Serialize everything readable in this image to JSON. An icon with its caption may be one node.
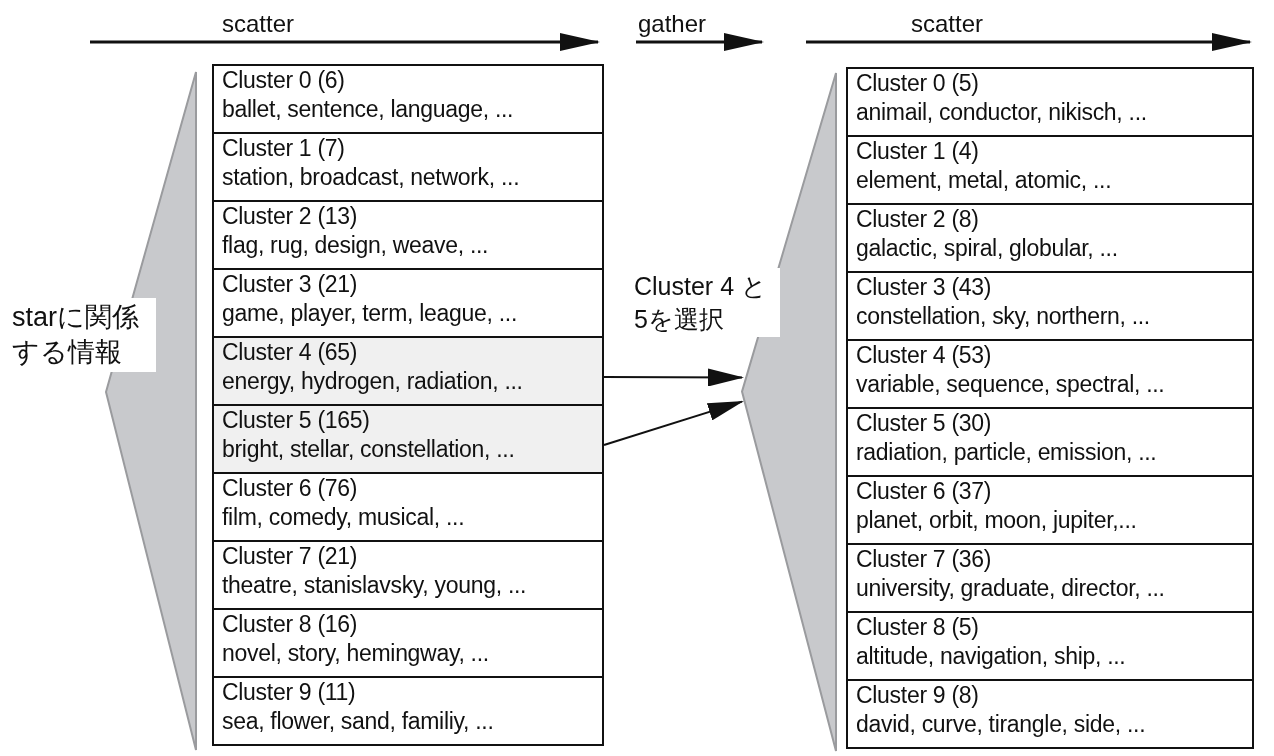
{
  "diagram": {
    "nodes": [
      {
        "text": [
          "Cluster 0 (6)",
          "ballet, sentence, language, ..."
        ]
      },
      {
        "text": [
          "Cluster 1 (7)",
          "station, broadcast, network, ..."
        ]
      },
      {
        "text": [
          "Cluster 2 (13)",
          "flag, rug, design, weave, ..."
        ]
      },
      {
        "text": [
          "Cluster 3 (21)",
          "game, player, term, league, ..."
        ]
      },
      {
        "text": [
          "Cluster 4 (65)",
          "energy, hydrogen, radiation, ..."
        ]
      },
      {
        "text": [
          "Cluster 5 (165)",
          "bright, stellar, constellation, ..."
        ]
      },
      {
        "text": [
          "Cluster 6 (76)",
          "film, comedy, musical, ..."
        ]
      },
      {
        "text": [
          "Cluster 7 (21)",
          "theatre, stanislavsky, young, ..."
        ]
      },
      {
        "text": [
          "Cluster 8 (16)",
          "novel, story, hemingway, ..."
        ]
      },
      {
        "text": [
          "Cluster 9 (11)",
          "sea, flower, sand, familiy, ..."
        ]
      },
      {
        "text": [],
        "shape": "triangle"
      },
      {
        "text": [
          "Cluster 0 (5)",
          "animail, conductor, nikisch, ..."
        ]
      },
      {
        "text": [
          "Cluster 1 (4)",
          "element, metal, atomic, ..."
        ]
      },
      {
        "text": [
          "Cluster 2 (8)",
          "galactic, spiral, globular, ..."
        ]
      },
      {
        "text": [
          "Cluster 3 (43)",
          "constellation, sky, northern, ..."
        ]
      },
      {
        "text": [
          "Cluster 4 (53)",
          "variable, sequence, spectral, ..."
        ]
      },
      {
        "text": [
          "Cluster 5 (30)",
          "radiation, particle, emission, ..."
        ]
      },
      {
        "text": [
          "Cluster 6 (37)",
          "planet, orbit, moon, jupiter,..."
        ]
      },
      {
        "text": [
          "Cluster 7 (36)",
          "university, graduate, director, ..."
        ]
      },
      {
        "text": [
          "Cluster 8 (5)",
          "altitude, navigation, ship, ..."
        ]
      },
      {
        "text": [
          "Cluster 9 (8)",
          "david, curve, tirangle, side, ..."
        ]
      }
    ],
    "edges": [
      {
        "from": 4,
        "to": 10,
        "arrow": "to"
      },
      {
        "from": 5,
        "to": 10,
        "arrow": "to"
      }
    ],
    "labels": [
      "scatter",
      "gather",
      "scatter",
      "starに関係する情報",
      "Cluster 4 と5を選択"
    ]
  }
}
